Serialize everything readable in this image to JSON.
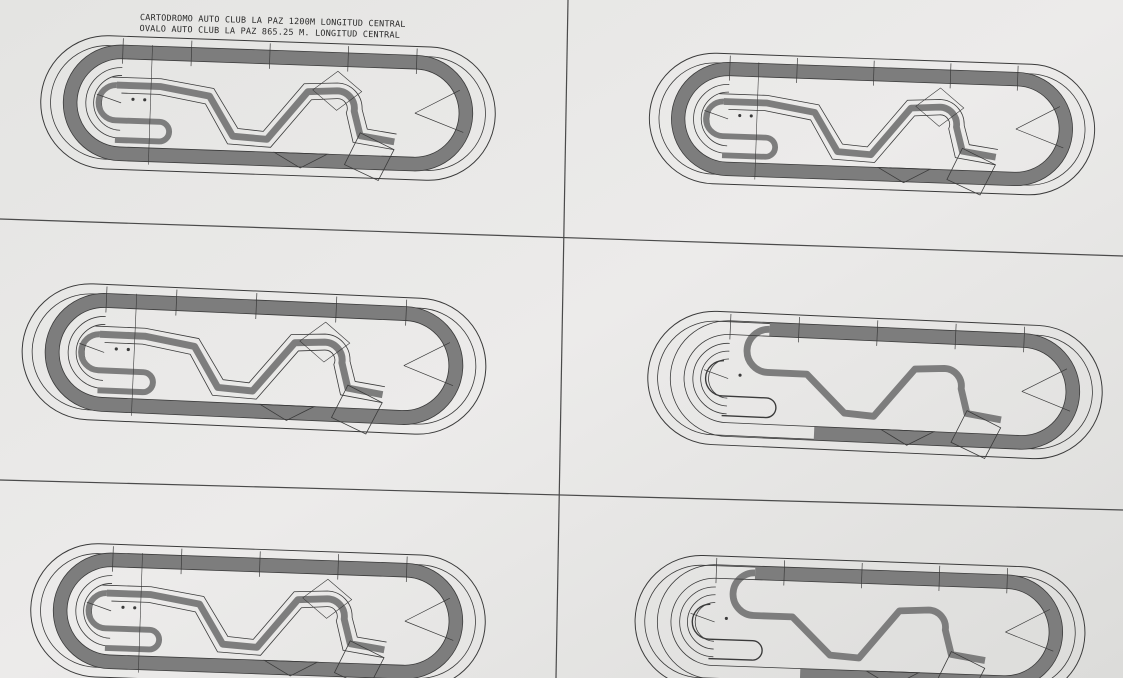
{
  "sheet": {
    "title_line_1": "CARTODROMO AUTO CLUB LA PAZ 1200M LONGITUD CENTRAL",
    "title_line_2": "OVALO AUTO CLUB LA PAZ 865.25 M. LONGITUD CENTRAL"
  },
  "layouts": [
    {
      "variant": "full-circuit"
    },
    {
      "variant": "full-circuit"
    },
    {
      "variant": "full-circuit"
    },
    {
      "variant": "short-circuit"
    },
    {
      "variant": "full-circuit"
    },
    {
      "variant": "short-circuit"
    }
  ],
  "colors": {
    "paper": "#e9e9e7",
    "track_fill": "#7d7d7d",
    "line": "#3a3a3a",
    "grid": "#4a4a4a"
  }
}
